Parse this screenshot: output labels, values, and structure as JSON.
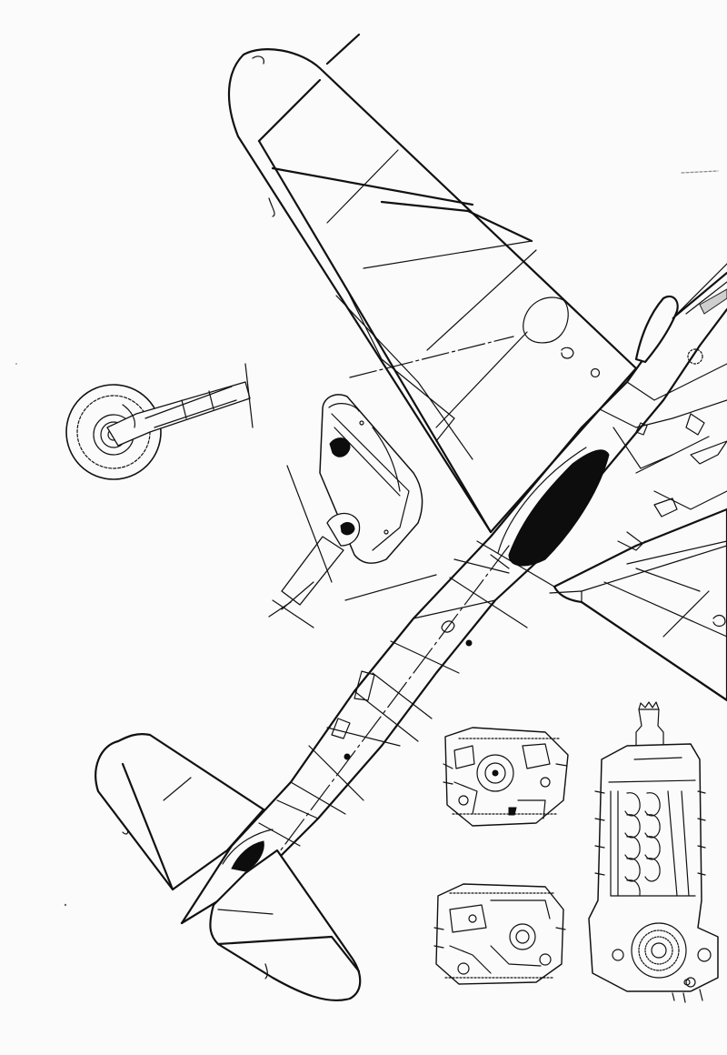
{
  "figure": {
    "kind": "aircraft-planform-line-drawing",
    "views": [
      "plan-view-underside",
      "main-landing-gear-side",
      "main-landing-gear-bay",
      "engine-front-view",
      "engine-rear-view",
      "engine-side-view"
    ]
  }
}
